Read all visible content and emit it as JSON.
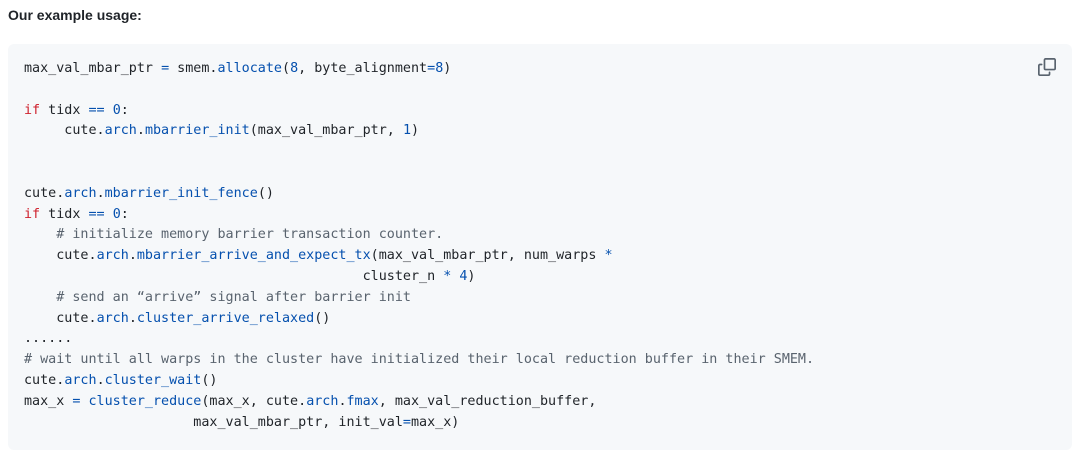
{
  "heading": "Our example usage:",
  "copy_icon": "copy-icon",
  "colors": {
    "keyword": "#cf222e",
    "function": "#0550ae",
    "number": "#0550ae",
    "comment": "#59636e",
    "text": "#1f2328",
    "code_background": "#f6f8fa"
  },
  "code_lines": [
    [
      {
        "t": "max_val_mbar_ptr ",
        "c": "tx"
      },
      {
        "t": "=",
        "c": "op"
      },
      {
        "t": " smem.",
        "c": "tx"
      },
      {
        "t": "allocate",
        "c": "fn"
      },
      {
        "t": "(",
        "c": "tx"
      },
      {
        "t": "8",
        "c": "num"
      },
      {
        "t": ", byte_alignment",
        "c": "tx"
      },
      {
        "t": "=",
        "c": "op"
      },
      {
        "t": "8",
        "c": "num"
      },
      {
        "t": ")",
        "c": "tx"
      }
    ],
    [],
    [
      {
        "t": "if",
        "c": "kw"
      },
      {
        "t": " tidx ",
        "c": "tx"
      },
      {
        "t": "==",
        "c": "op"
      },
      {
        "t": " ",
        "c": "tx"
      },
      {
        "t": "0",
        "c": "num"
      },
      {
        "t": ":",
        "c": "tx"
      }
    ],
    [
      {
        "t": "     cute.",
        "c": "tx"
      },
      {
        "t": "arch",
        "c": "fn"
      },
      {
        "t": ".",
        "c": "tx"
      },
      {
        "t": "mbarrier_init",
        "c": "fn"
      },
      {
        "t": "(max_val_mbar_ptr, ",
        "c": "tx"
      },
      {
        "t": "1",
        "c": "num"
      },
      {
        "t": ")",
        "c": "tx"
      }
    ],
    [],
    [],
    [
      {
        "t": "cute.",
        "c": "tx"
      },
      {
        "t": "arch",
        "c": "fn"
      },
      {
        "t": ".",
        "c": "tx"
      },
      {
        "t": "mbarrier_init_fence",
        "c": "fn"
      },
      {
        "t": "()",
        "c": "tx"
      }
    ],
    [
      {
        "t": "if",
        "c": "kw"
      },
      {
        "t": " tidx ",
        "c": "tx"
      },
      {
        "t": "==",
        "c": "op"
      },
      {
        "t": " ",
        "c": "tx"
      },
      {
        "t": "0",
        "c": "num"
      },
      {
        "t": ":",
        "c": "tx"
      }
    ],
    [
      {
        "t": "    # initialize memory barrier transaction counter.",
        "c": "cm"
      }
    ],
    [
      {
        "t": "    cute.",
        "c": "tx"
      },
      {
        "t": "arch",
        "c": "fn"
      },
      {
        "t": ".",
        "c": "tx"
      },
      {
        "t": "mbarrier_arrive_and_expect_tx",
        "c": "fn"
      },
      {
        "t": "(max_val_mbar_ptr, num_warps ",
        "c": "tx"
      },
      {
        "t": "*",
        "c": "op"
      }
    ],
    [
      {
        "t": "                                          cluster_n ",
        "c": "tx"
      },
      {
        "t": "*",
        "c": "op"
      },
      {
        "t": " ",
        "c": "tx"
      },
      {
        "t": "4",
        "c": "num"
      },
      {
        "t": ")",
        "c": "tx"
      }
    ],
    [
      {
        "t": "    # send an “arrive” signal after barrier init",
        "c": "cm"
      }
    ],
    [
      {
        "t": "    cute.",
        "c": "tx"
      },
      {
        "t": "arch",
        "c": "fn"
      },
      {
        "t": ".",
        "c": "tx"
      },
      {
        "t": "cluster_arrive_relaxed",
        "c": "fn"
      },
      {
        "t": "()",
        "c": "tx"
      }
    ],
    [
      {
        "t": "......",
        "c": "tx"
      }
    ],
    [
      {
        "t": "# wait until all warps in the cluster have initialized their local reduction buffer in their SMEM.",
        "c": "cm"
      }
    ],
    [
      {
        "t": "cute.",
        "c": "tx"
      },
      {
        "t": "arch",
        "c": "fn"
      },
      {
        "t": ".",
        "c": "tx"
      },
      {
        "t": "cluster_wait",
        "c": "fn"
      },
      {
        "t": "()",
        "c": "tx"
      }
    ],
    [
      {
        "t": "max_x ",
        "c": "tx"
      },
      {
        "t": "=",
        "c": "op"
      },
      {
        "t": " ",
        "c": "tx"
      },
      {
        "t": "cluster_reduce",
        "c": "fn"
      },
      {
        "t": "(max_x, cute.",
        "c": "tx"
      },
      {
        "t": "arch",
        "c": "fn"
      },
      {
        "t": ".",
        "c": "tx"
      },
      {
        "t": "fmax",
        "c": "fn"
      },
      {
        "t": ", max_val_reduction_buffer,",
        "c": "tx"
      }
    ],
    [
      {
        "t": "                     max_val_mbar_ptr, init_val",
        "c": "tx"
      },
      {
        "t": "=",
        "c": "op"
      },
      {
        "t": "max_x)",
        "c": "tx"
      }
    ]
  ]
}
